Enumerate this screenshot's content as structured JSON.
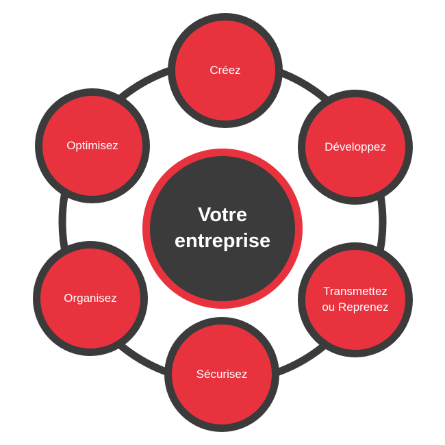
{
  "center": {
    "label": "Votre\nentreprise"
  },
  "nodes": [
    {
      "id": "creez",
      "label": "Créez"
    },
    {
      "id": "developpez",
      "label": "Développez"
    },
    {
      "id": "transmettez",
      "label": "Transmettez\nou Reprenez"
    },
    {
      "id": "securisez",
      "label": "Sécurisez"
    },
    {
      "id": "organisez",
      "label": "Organisez"
    },
    {
      "id": "optimisez",
      "label": "Optimisez"
    }
  ],
  "colors": {
    "accent": "#e8333f",
    "dark": "#3b3b3b",
    "text": "#ffffff"
  }
}
